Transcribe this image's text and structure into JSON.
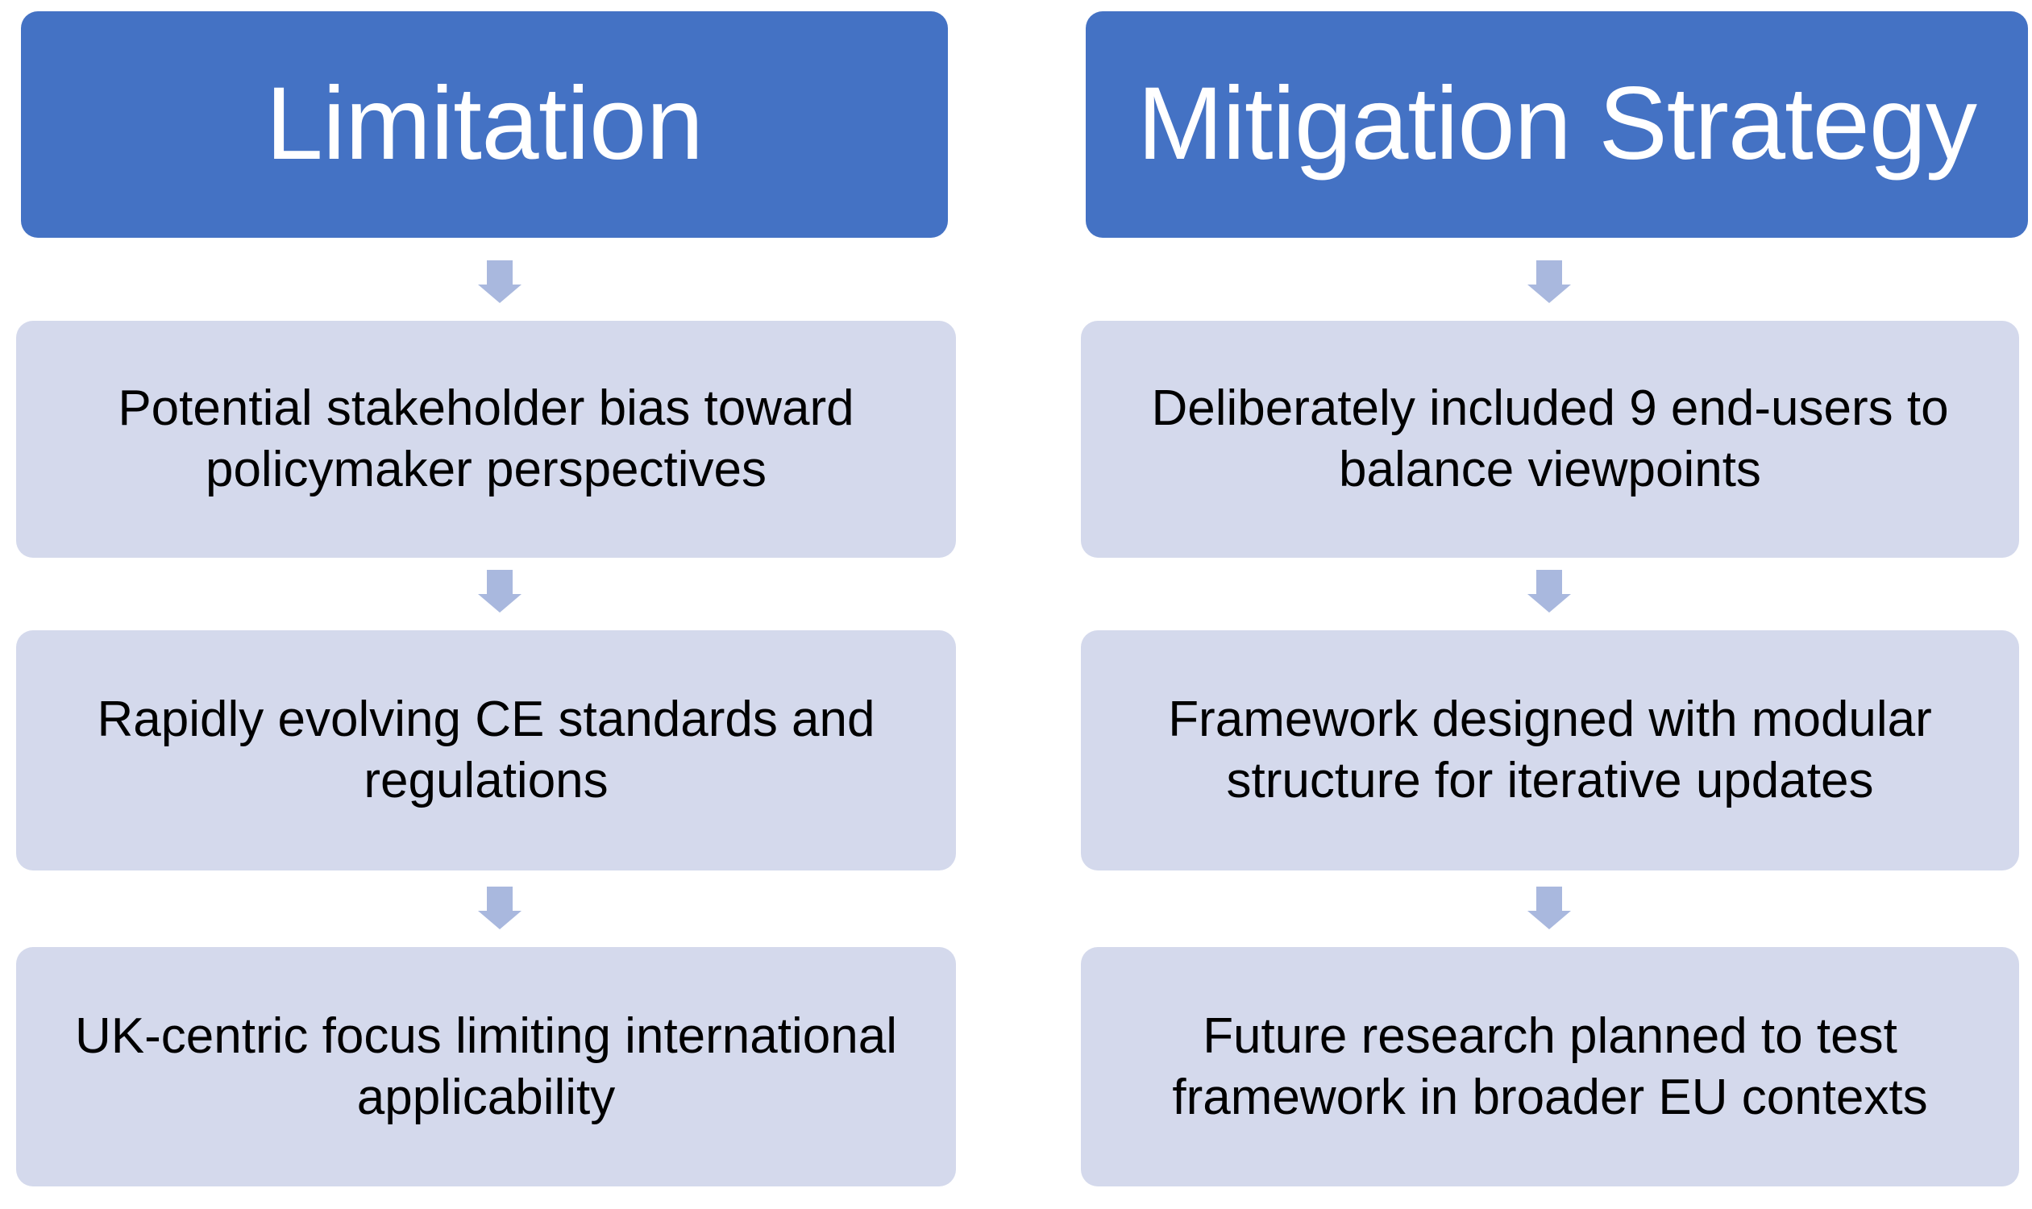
{
  "diagram": {
    "title": "Limitation and Mitigation Strategy",
    "type": "two-column-flow",
    "colors": {
      "header_fill": "#4472C4",
      "header_text": "#FFFFFF",
      "box_fill": "#D4D9EC",
      "box_text": "#000000",
      "arrow_fill": "#A9B8DE",
      "background": "#FFFFFF"
    },
    "arrow_icon_name": "down-arrow-icon"
  },
  "columns": [
    {
      "id": "limitation",
      "header": "Limitation",
      "items": [
        "Potential stakeholder bias toward policymaker perspectives",
        "Rapidly evolving CE standards and regulations",
        "UK-centric focus limiting international applicability"
      ]
    },
    {
      "id": "mitigation",
      "header": "Mitigation Strategy",
      "items": [
        "Deliberately included 9 end-users to balance viewpoints",
        "Framework designed with modular structure for iterative updates",
        "Future research planned to test framework in broader EU contexts"
      ]
    }
  ]
}
